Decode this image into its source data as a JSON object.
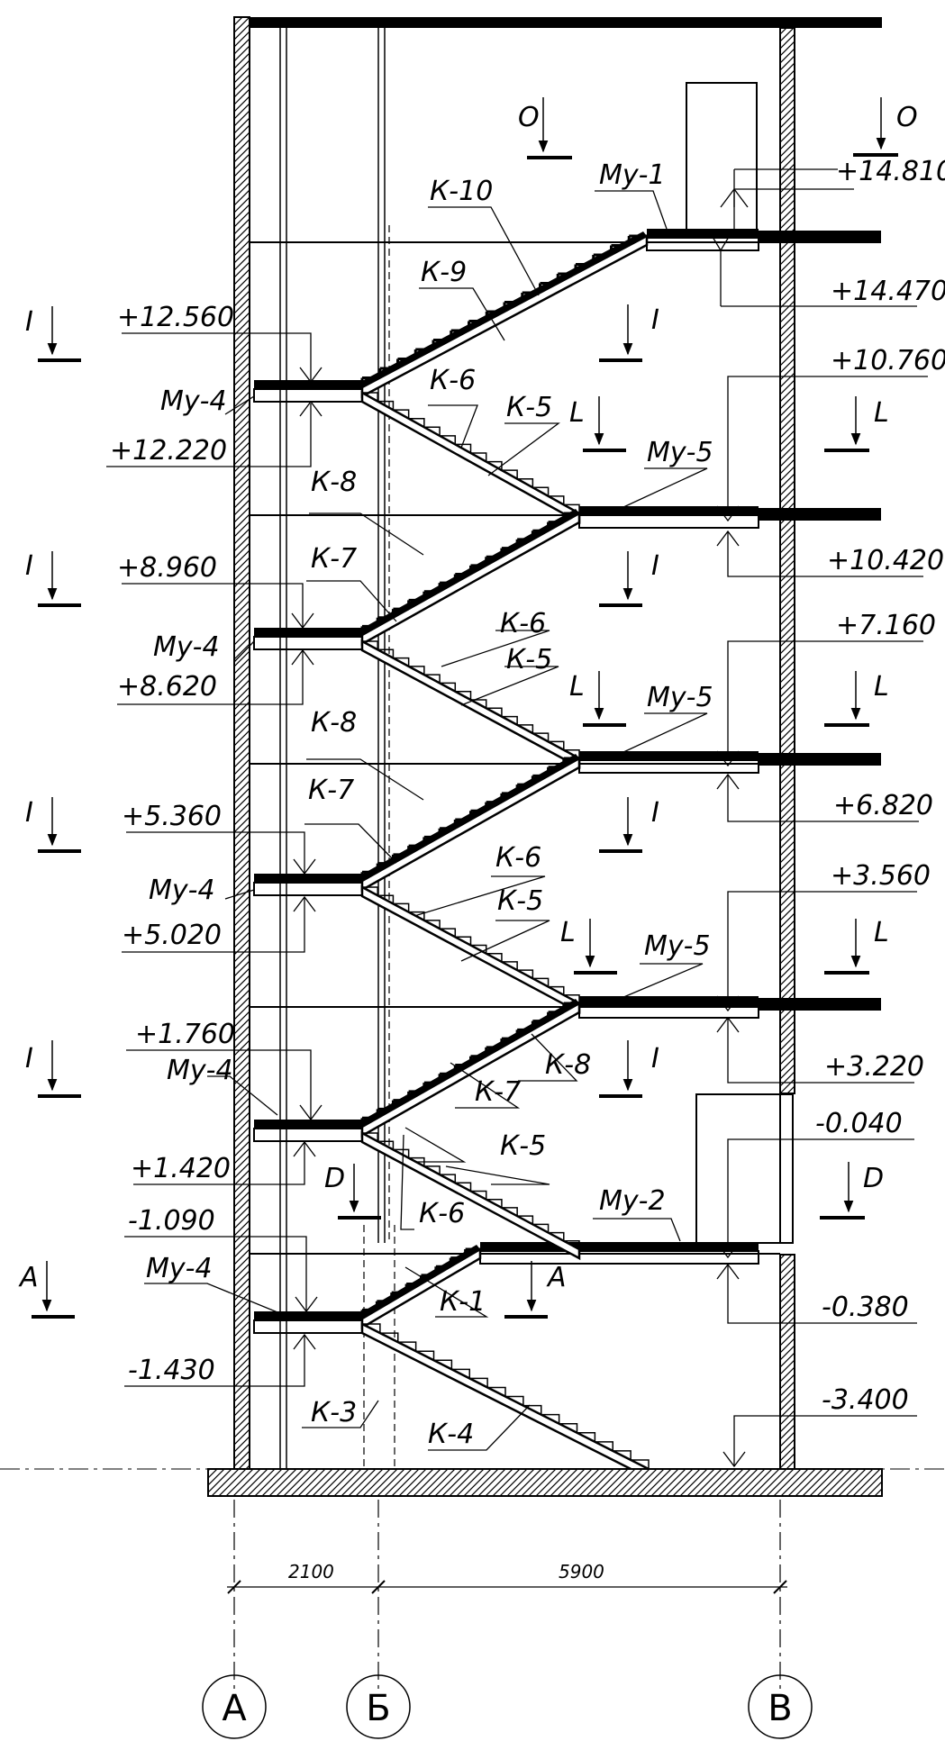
{
  "elevations": {
    "e1": "+14.810",
    "e2": "+14.470",
    "e3": "+12.560",
    "e4": "+12.220",
    "e5": "+10.760",
    "e6": "+10.420",
    "e7": "+8.960",
    "e8": "+8.620",
    "e9": "+7.160",
    "e10": "+6.820",
    "e11": "+5.360",
    "e12": "+5.020",
    "e13": "+3.560",
    "e14": "+3.220",
    "e15": "+1.760",
    "e16": "+1.420",
    "e17": "-0.040",
    "e18": "-1.090",
    "e19": "-0.380",
    "e20": "-1.430",
    "e21": "-3.400"
  },
  "marks": {
    "k1": "К-1",
    "k3": "К-3",
    "k4": "К-4",
    "k5": "К-5",
    "k6": "К-6",
    "k7": "К-7",
    "k8": "К-8",
    "k9": "К-9",
    "k10": "К-10",
    "mu1": "Му-1",
    "mu2": "Му-2",
    "mu4": "Му-4",
    "mu5": "Му-5"
  },
  "section_marks": {
    "o": "О",
    "i": "I",
    "l": "L",
    "d": "D",
    "a": "A"
  },
  "dimensions": {
    "left": "2100",
    "right": "5900"
  },
  "axes": {
    "a": "А",
    "b": "Б",
    "v": "В"
  }
}
